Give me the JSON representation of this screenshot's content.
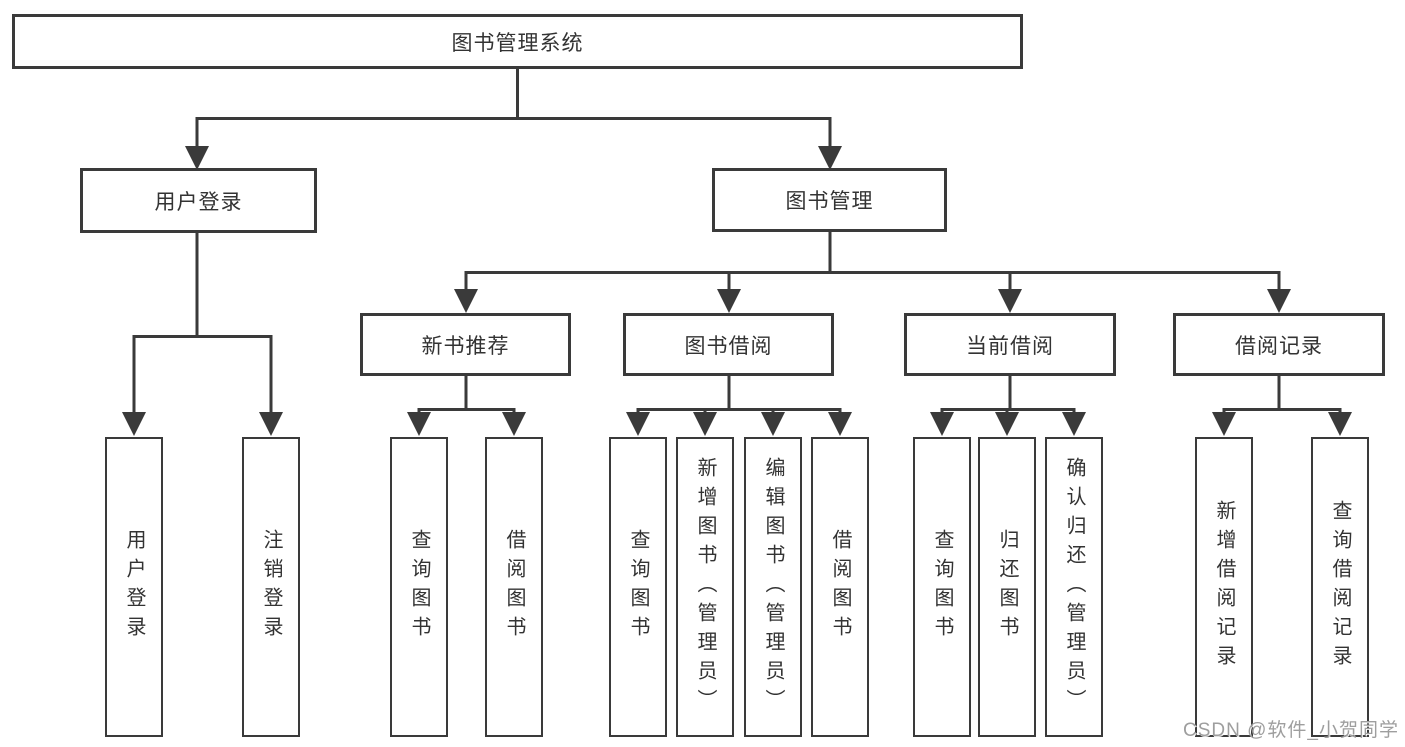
{
  "diagram": {
    "root_label": "图书管理系统",
    "level2": {
      "left": "用户登录",
      "right": "图书管理"
    },
    "level3": [
      "新书推荐",
      "图书借阅",
      "当前借阅",
      "借阅记录"
    ],
    "leaves": {
      "user_login_group": [
        "用户登录",
        "注销登录"
      ],
      "new_book_group": [
        "查询图书",
        "借阅图书"
      ],
      "borrow_group": [
        "查询图书",
        "新增图书（管理员）",
        "编辑图书（管理员）",
        "借阅图书"
      ],
      "current_group": [
        "查询图书",
        "归还图书",
        "确认归还（管理员）"
      ],
      "record_group": [
        "新增借阅记录",
        "查询借阅记录"
      ]
    }
  },
  "watermark": "CSDN @软件_小贺同学",
  "colors": {
    "line": "#3a3a3a",
    "text": "#333333",
    "box_background": "#ffffff",
    "watermark": "#9e9e9e",
    "page_background": "#ffffff"
  }
}
